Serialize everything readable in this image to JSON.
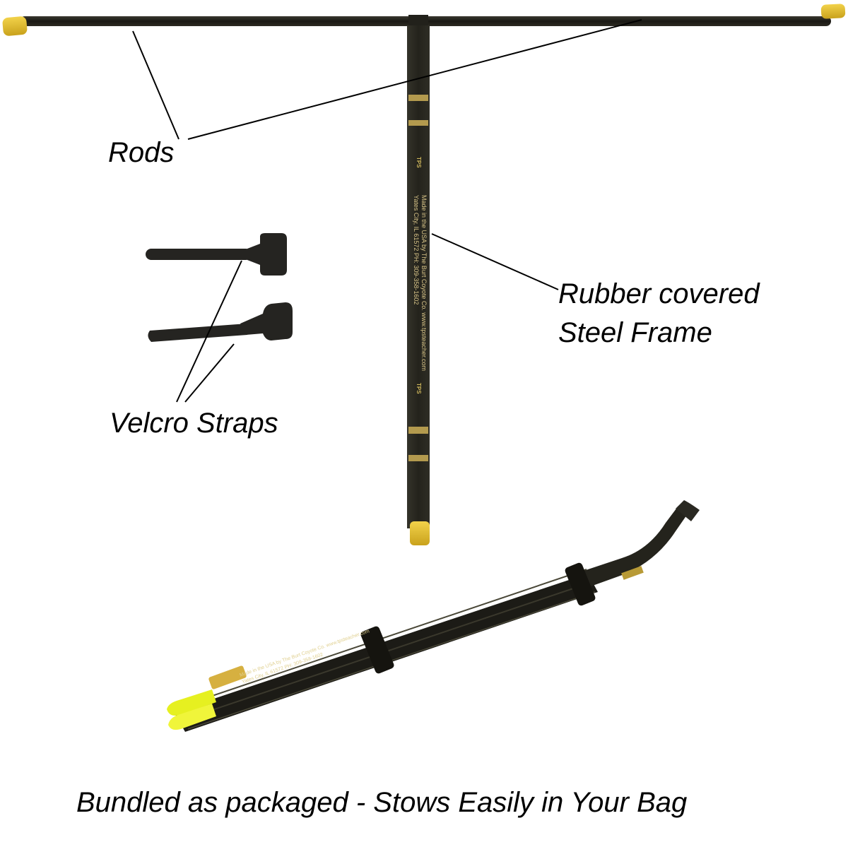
{
  "labels": {
    "rods": "Rods",
    "rubber_line1": "Rubber covered",
    "rubber_line2": "Steel Frame",
    "velcro": "Velcro Straps",
    "caption": "Bundled as packaged - Stows Easily in Your Bag"
  },
  "frame_imprint": {
    "line1": "Made in the USA by The Burt Coyote Co.  www.tpsteacher.com",
    "line2": "Yates City, IL 61572  PH: 309-358-1602"
  },
  "bundle_imprint": {
    "line1": "Made in the USA by The Burt Coyote Co.  www.tpsteacher.com",
    "line2": "Yates City, IL 61572    PH: 309-358-1602"
  },
  "colors": {
    "rod_black": "#1e1d17",
    "cap_yellow": "#e8c230",
    "band_gold": "#b39a4e",
    "bundle_yellow": "#e6f020"
  }
}
